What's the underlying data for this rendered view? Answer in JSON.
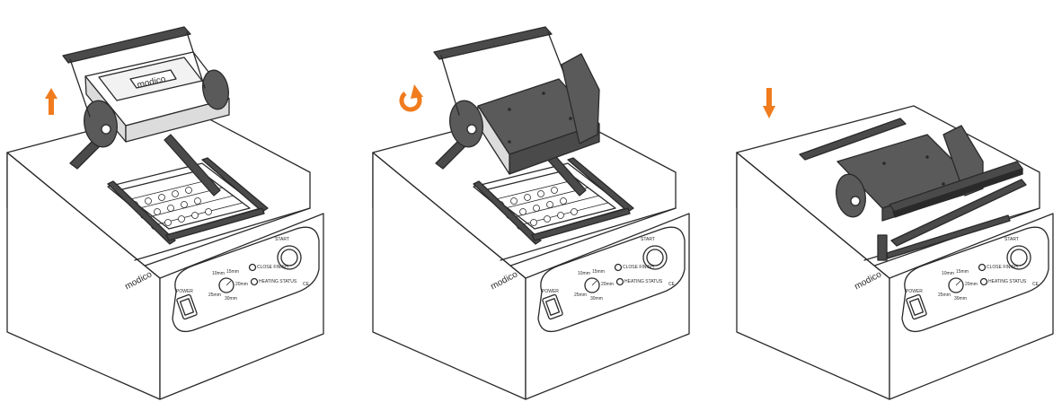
{
  "steps": [
    {
      "arrow_icon": "up-arrow-icon",
      "lid_state": "open-with-card"
    },
    {
      "arrow_icon": "rotate-arrow-icon",
      "lid_state": "open-flipped"
    },
    {
      "arrow_icon": "down-arrow-icon",
      "lid_state": "closed"
    }
  ],
  "device": {
    "brand": "modico",
    "power_label": "POWER",
    "start_label": "START",
    "ce_mark": "CE",
    "dial_labels": [
      "10mm",
      "15mm",
      "20mm",
      "25mm",
      "30mm"
    ],
    "status_labels": [
      "CLOSE FINISH",
      "HEATING STATUS"
    ]
  },
  "card_text": "modico",
  "colors": {
    "arrow": "#f07c1e",
    "outline": "#2a2a2a",
    "lid": "#5a5a5a",
    "frame": "#4a4a4a",
    "body": "#ffffff"
  }
}
